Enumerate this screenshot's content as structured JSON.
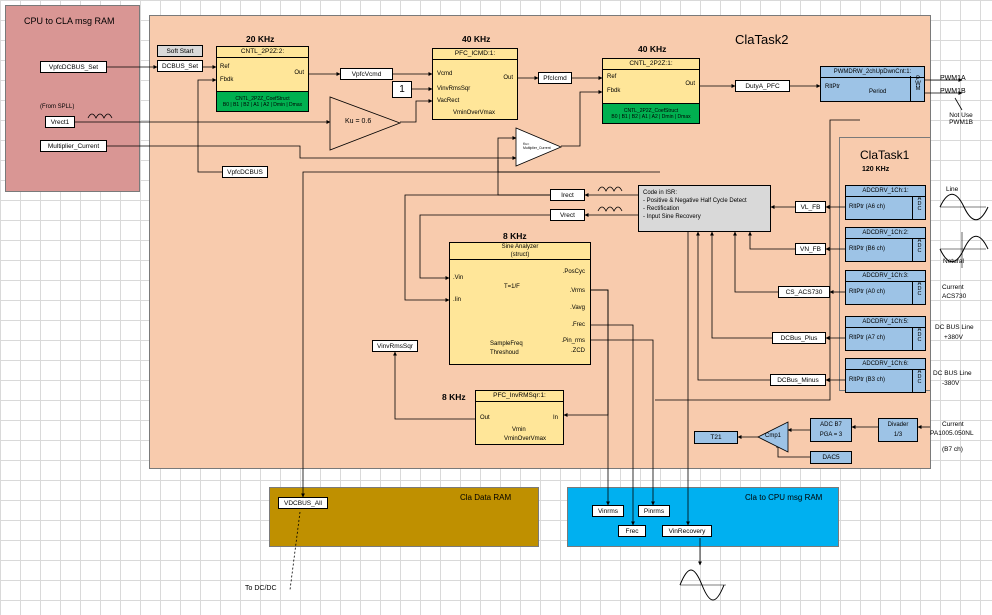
{
  "regions": {
    "cpu_to_cla": "CPU to CLA msg RAM",
    "clatask2": "ClaTask2",
    "clatask1": "ClaTask1",
    "cla_data": "Cla Data RAM",
    "cla_to_cpu": "Cla to CPU msg RAM"
  },
  "cpu_boxes": {
    "vpfc_set": "VpfcDCBUS_Set",
    "from_spll": "(From SPLL)",
    "vrect1": "Vrect1",
    "mult_current": "Multiplier_Current"
  },
  "freqs": {
    "f20": "20 KHz",
    "f40a": "40 KHz",
    "f40b": "40 KHz",
    "f120": "120 KHz",
    "f8a": "8 KHz",
    "f8b": "8 KHz"
  },
  "softstart": {
    "title": "Soft Start",
    "out": "DCBUS_Set"
  },
  "cntl1": {
    "title": "CNTL_2P2Z:2:",
    "ref": "Ref",
    "fbdk": "Fbdk",
    "out": "Out",
    "coef_title": "CNTL_2P2Z_CoefStruct",
    "coef": "B0 | B1 | B2 | A1 | A2 | Dmin | Dmax"
  },
  "vpfcvcmd": "VpfcVcmd",
  "vpfcdcbus": "VpfcDCBUS",
  "const_one": "1",
  "ku": "Ku = 0.6",
  "mult_tri": "Ku= Multiplier_Current",
  "pfc_icmd": {
    "title": "PFC_ICMD:1:",
    "vcmd": "Vcmd",
    "vinvrms": "VinvRmsSqr",
    "vacrect": "VacRect",
    "vmin": "VminOverVmax",
    "out": "Out"
  },
  "pfcicmd": "PfcIcmd",
  "cntl2": {
    "title": "CNTL_2P2Z:1:",
    "ref": "Ref",
    "fbdk": "Fbdk",
    "out": "Out",
    "coef_title": "CNTL_2P2Z_CoefStruct",
    "coef": "B0 | B1 | B2 | A1 | A2 | Dmin | Dmax"
  },
  "duty": "DutyA_PFC",
  "pwm": {
    "title": "PWMDRW_2chUpDwnCnt:1:",
    "rltptr": "RltPtr",
    "period": "Period",
    "tag": "PWM",
    "pwm1a": "PWM1A",
    "pwm1b": "PWM1B",
    "note": "Not Use PWM1B"
  },
  "isr": {
    "title": "Code in ISR:",
    "l1": "- Positive & Negative Half Cycle Detect",
    "l2": "- Rectification",
    "l3": "- Input Sine Recovery"
  },
  "irect": "Irect",
  "vrect": "Vrect",
  "signals": {
    "vl_fb": "VL_FB",
    "vn_fb": "VN_FB",
    "cs": "CS_ACS730",
    "dcplus": "DCBus_Plus",
    "dcminus": "DCBus_Minus"
  },
  "adc": [
    {
      "title": "ADCDRV_1Ch:1:",
      "ptr": "RltPtr (A6 ch)",
      "tag": "ADC"
    },
    {
      "title": "ADCDRV_1Ch:2:",
      "ptr": "RltPtr (B6 ch)",
      "tag": "ADC"
    },
    {
      "title": "ADCDRV_1Ch:3:",
      "ptr": "RltPtr (A0 ch)",
      "tag": "ADC"
    },
    {
      "title": "ADCDRV_1Ch:5:",
      "ptr": "RltPtr (A7 ch)",
      "tag": "ADC"
    },
    {
      "title": "ADCDRV_1Ch:6:",
      "ptr": "RltPtr (B3 ch)",
      "tag": "ADC"
    }
  ],
  "side_labels": {
    "line": "Line",
    "netural": "Netural",
    "current": "Current",
    "acs": "ACS730",
    "dcbus_plus": "DC BUS Line",
    "plus380": "+380V",
    "dcbus_minus": "DC BUS Line",
    "minus380": "-380V"
  },
  "sine": {
    "title": "Sine Analyzer",
    "sub": "(struct)",
    "vin": ".Vin",
    "iin": ".Iin",
    "poscyc": ".PosCyc",
    "vrms": ".Vrms",
    "vavg": ".Vavg",
    "frec": ".Frec",
    "pinrms": ".Pin_rms",
    "zcd": ".ZCD",
    "period": "T=1/F",
    "sf": "SampleFreq",
    "th": "Threshoud"
  },
  "vinvrmssqr": "VinvRmsSqr",
  "invrms": {
    "title": "PFC_InvRMSqr:1:",
    "out": "Out",
    "in": "In",
    "vmin": "Vmin",
    "vmov": "VminOverVmax"
  },
  "adc_b7": {
    "l1": "ADC B7",
    "l2": "PGA = 3"
  },
  "divider": {
    "l1": "Divader",
    "l2": "1/3"
  },
  "t21": "T21",
  "cmp1": "Cmp1",
  "dac5": "DAC5",
  "current_pa": {
    "l1": "Current",
    "l2": "PA1005.050NL",
    "l3": "(B7 ch)"
  },
  "vdcbus_all": "VDCBUS_All",
  "todcdc": "To DC/DC",
  "out_vars": {
    "vinrms": "Vinrms",
    "pinrms": "Pinrms",
    "frec": "Frec",
    "vinrec": "VinRecovery"
  },
  "colors": {
    "cpu_region": "#d99694",
    "clatask2": "#f8cbad",
    "clatask1": "#f8cbad",
    "cla_data": "#bf9000",
    "cla_to_cpu": "#00b0f0",
    "block_yellow": "#ffe699",
    "block_green": "#00b050",
    "block_blue": "#9dc3e6"
  }
}
